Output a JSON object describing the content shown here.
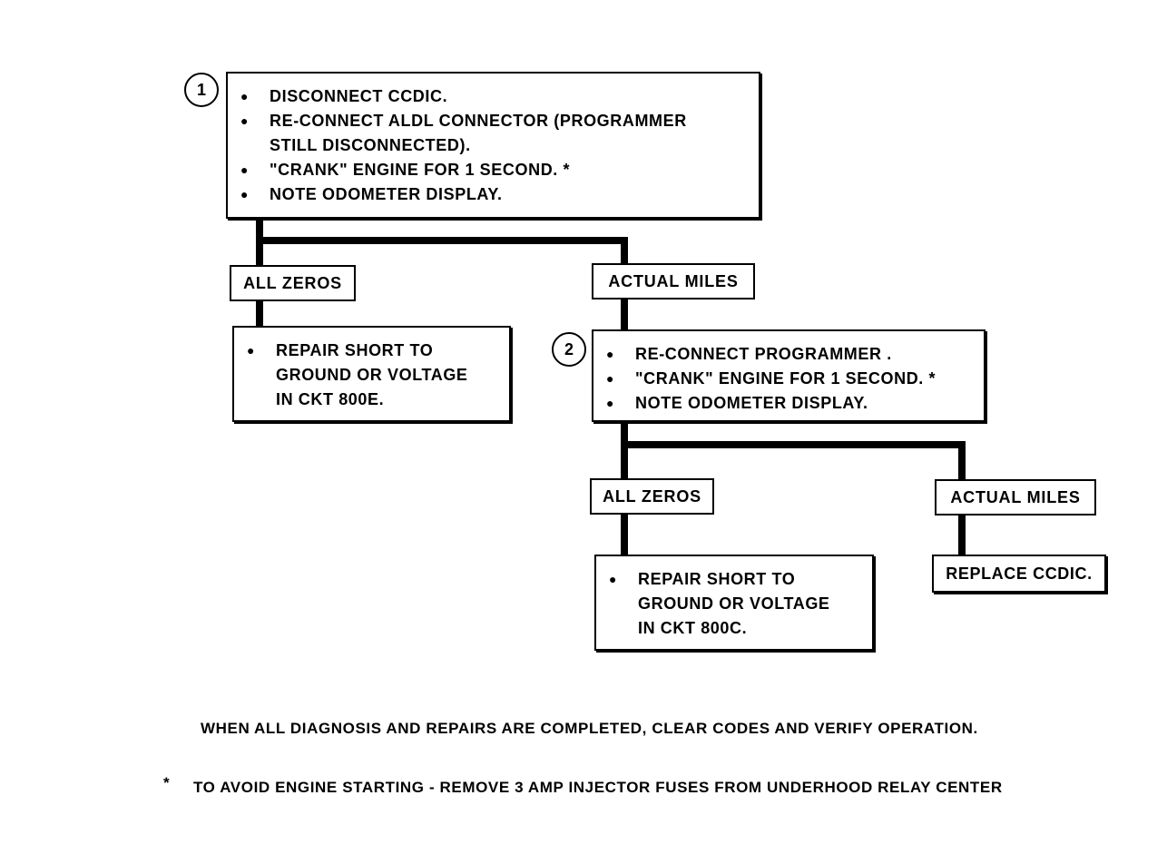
{
  "step1": {
    "number": "1",
    "lines": [
      {
        "text": "DISCONNECT CCDIC.",
        "bullet": true
      },
      {
        "text": "RE-CONNECT ALDL CONNECTOR (PROGRAMMER",
        "bullet": true
      },
      {
        "text": "STILL DISCONNECTED).",
        "bullet": false
      },
      {
        "text": "\"CRANK\" ENGINE FOR 1 SECOND.  *",
        "bullet": true
      },
      {
        "text": "NOTE ODOMETER DISPLAY.",
        "bullet": true
      }
    ]
  },
  "branch1": {
    "left_label": "ALL ZEROS",
    "right_label": "ACTUAL MILES"
  },
  "repair1": {
    "lines": [
      {
        "text": "REPAIR SHORT TO",
        "bullet": true
      },
      {
        "text": "GROUND OR VOLTAGE",
        "bullet": false
      },
      {
        "text": "IN CKT 800E.",
        "bullet": false
      }
    ]
  },
  "step2": {
    "number": "2",
    "lines": [
      {
        "text": "RE-CONNECT PROGRAMMER .",
        "bullet": true
      },
      {
        "text": "\"CRANK\" ENGINE FOR 1 SECOND.  *",
        "bullet": true
      },
      {
        "text": "NOTE ODOMETER DISPLAY.",
        "bullet": true
      }
    ]
  },
  "branch2": {
    "left_label": "ALL ZEROS",
    "right_label": "ACTUAL MILES"
  },
  "repair2": {
    "lines": [
      {
        "text": "REPAIR SHORT TO",
        "bullet": true
      },
      {
        "text": "GROUND OR VOLTAGE",
        "bullet": false
      },
      {
        "text": "IN CKT 800C.",
        "bullet": false
      }
    ]
  },
  "replace": {
    "text": "REPLACE CCDIC."
  },
  "footer": {
    "completion_note": "WHEN ALL DIAGNOSIS AND REPAIRS ARE COMPLETED, CLEAR CODES AND VERIFY OPERATION.",
    "asterisk": "*",
    "asterisk_note": "TO AVOID ENGINE STARTING - REMOVE 3 AMP INJECTOR FUSES FROM UNDERHOOD RELAY CENTER"
  }
}
